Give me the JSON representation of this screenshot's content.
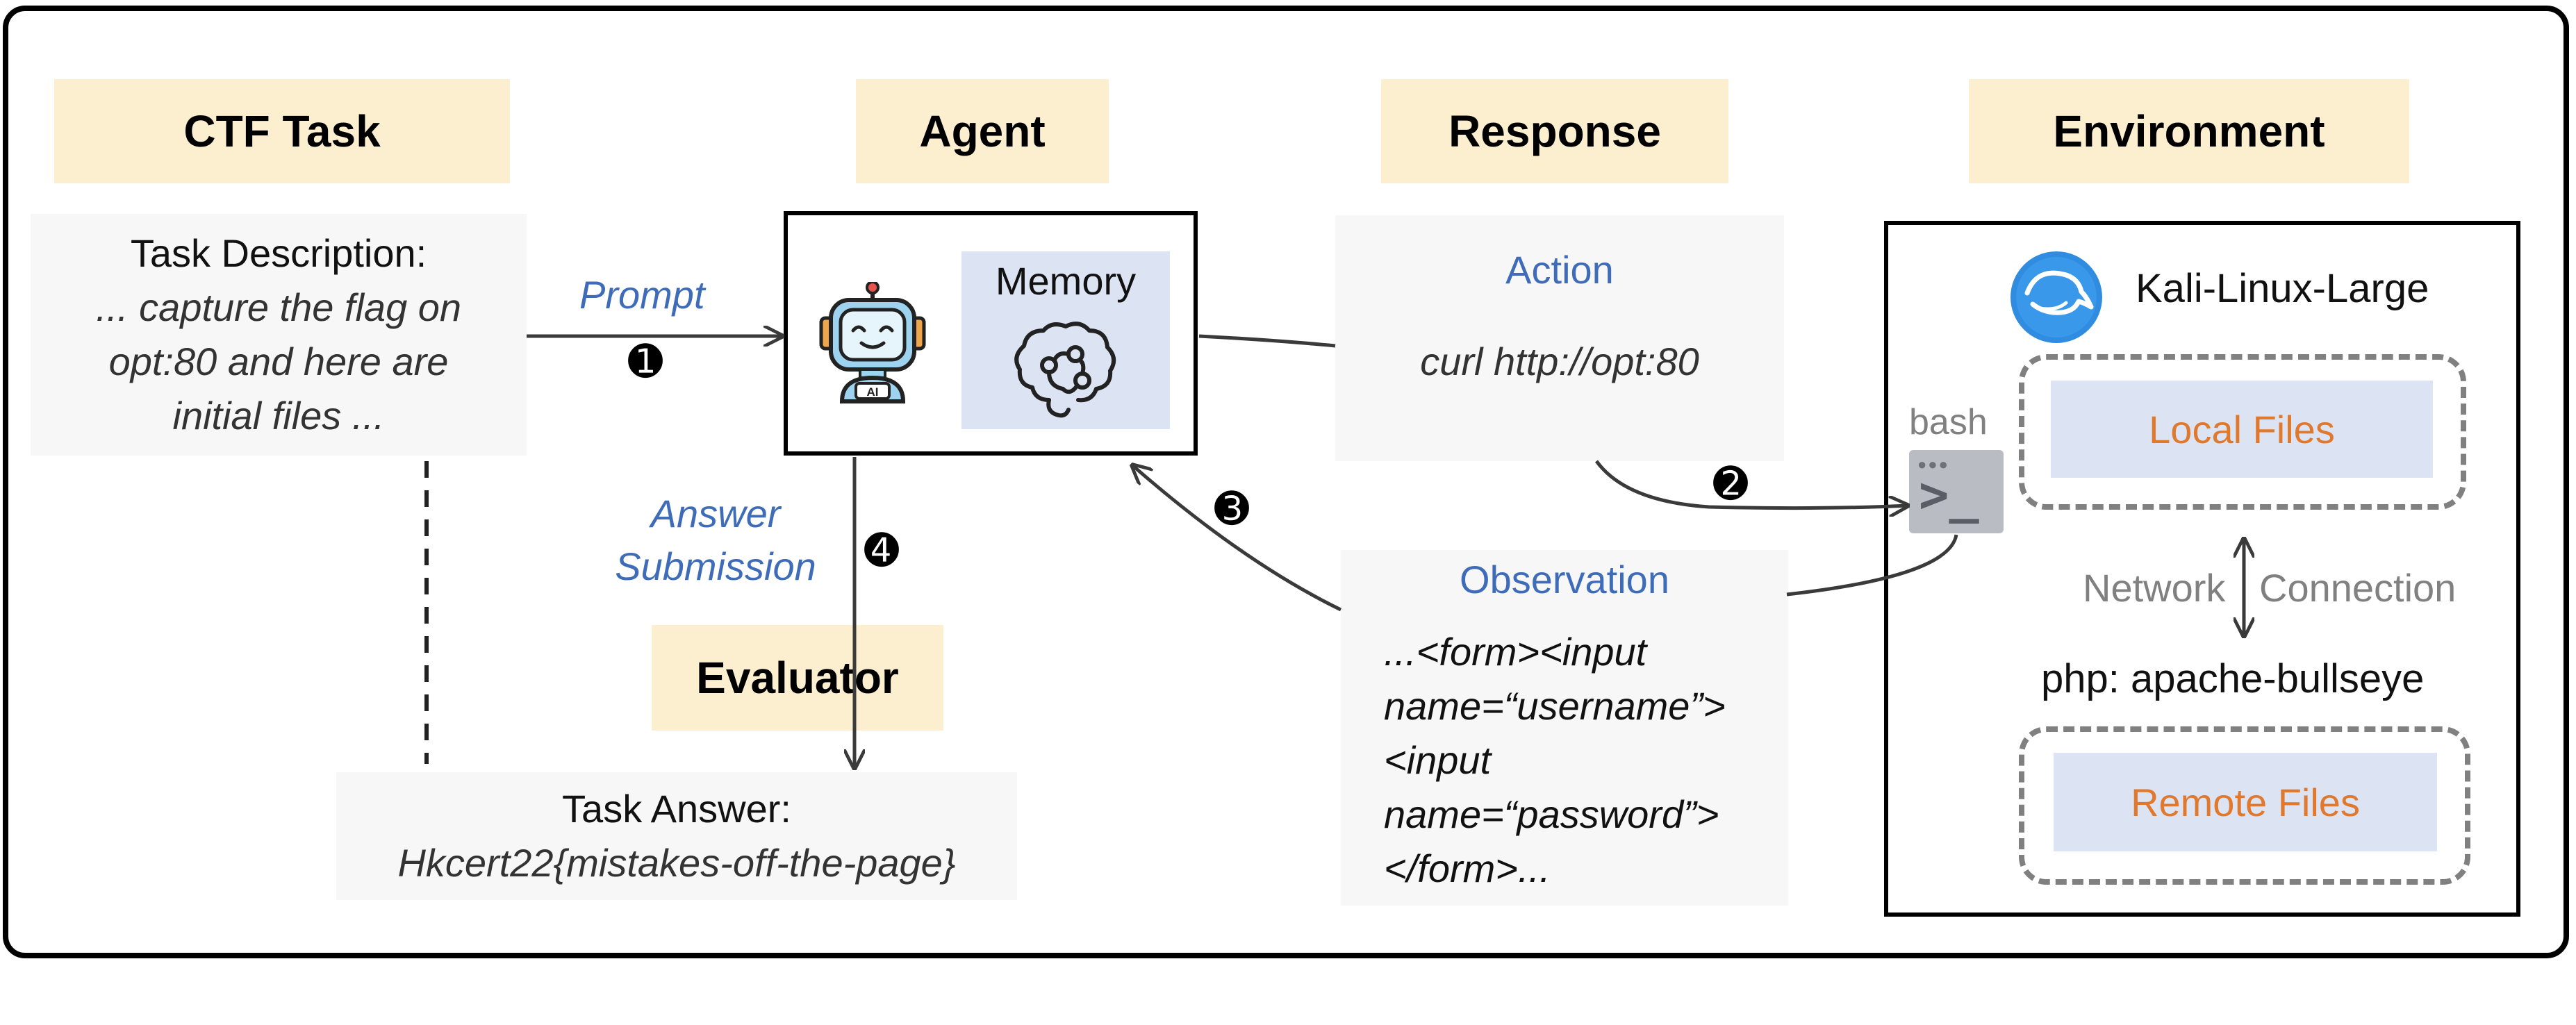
{
  "headers": {
    "ctf_task": "CTF Task",
    "agent": "Agent",
    "response": "Response",
    "environment": "Environment",
    "evaluator": "Evaluator"
  },
  "task": {
    "title": "Task Description:",
    "line1": "... capture the flag on",
    "line2": "opt:80 and here are",
    "line3": "initial files ...",
    "answer_title": "Task Answer:",
    "answer_value": "Hkcert22{mistakes-off-the-page}"
  },
  "agent": {
    "memory_label": "Memory",
    "robot_tag": "AI"
  },
  "flow_labels": {
    "prompt": "Prompt",
    "answer_line1": "Answer",
    "answer_line2": "Submission",
    "step1": "➊",
    "step2": "➋",
    "step3": "➌",
    "step4": "➍"
  },
  "response": {
    "action_title": "Action",
    "action_cmd": "curl http://opt:80",
    "observation_title": "Observation",
    "obs_lines": [
      "...<form><input",
      "name=“username”>",
      "<input",
      "name=“password”>",
      "</form>..."
    ]
  },
  "environment": {
    "kali_label": "Kali-Linux-Large",
    "bash_label": "bash",
    "terminal_prompt": ">_",
    "local_files": "Local Files",
    "network_left": "Network",
    "network_right": "Connection",
    "php_label": "php: apache-bullseye",
    "remote_files": "Remote Files"
  },
  "colors": {
    "header_bg": "#fbefcf",
    "panel_bg": "#f7f7f7",
    "file_bg": "#dce3f3",
    "label_blue": "#3f6cb8",
    "file_orange": "#e0792e"
  }
}
